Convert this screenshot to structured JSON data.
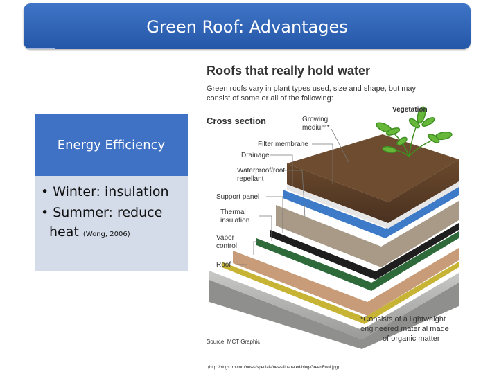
{
  "title": "Green Roof: Advantages",
  "panel": {
    "heading": "Energy Efficiency",
    "bullet1": "• Winter: insulation",
    "bullet2": "• Summer: reduce",
    "bullet3": "heat",
    "citation": "(Wong, 2006)"
  },
  "figure": {
    "headline": "Roofs that really hold water",
    "intro_line1": "Green roofs vary in plant types used, size and shape, but may",
    "intro_line2": "consist of some or all of the following:",
    "cross_section": "Cross section",
    "labels": {
      "vegetation": "Vegetation",
      "growing_medium_1": "Growing",
      "growing_medium_2": "medium*",
      "filter_membrane": "Filter membrane",
      "drainage": "Drainage",
      "waterproof_1": "Waterproof/root",
      "waterproof_2": "repellant",
      "support_panel": "Support panel",
      "thermal_1": "Thermal",
      "thermal_2": "insulation",
      "vapor_1": "Vapor",
      "vapor_2": "control",
      "roof": "Roof"
    },
    "footnote_1": "*Consists of a lightweight",
    "footnote_2": "engineered material made",
    "footnote_3": "of organic matter",
    "source": "Source: MCT Graphic"
  },
  "image_credit": "(http://blogs.trb.com/news/specials/newsillustrated/blog/GreenRoof.jpg)"
}
